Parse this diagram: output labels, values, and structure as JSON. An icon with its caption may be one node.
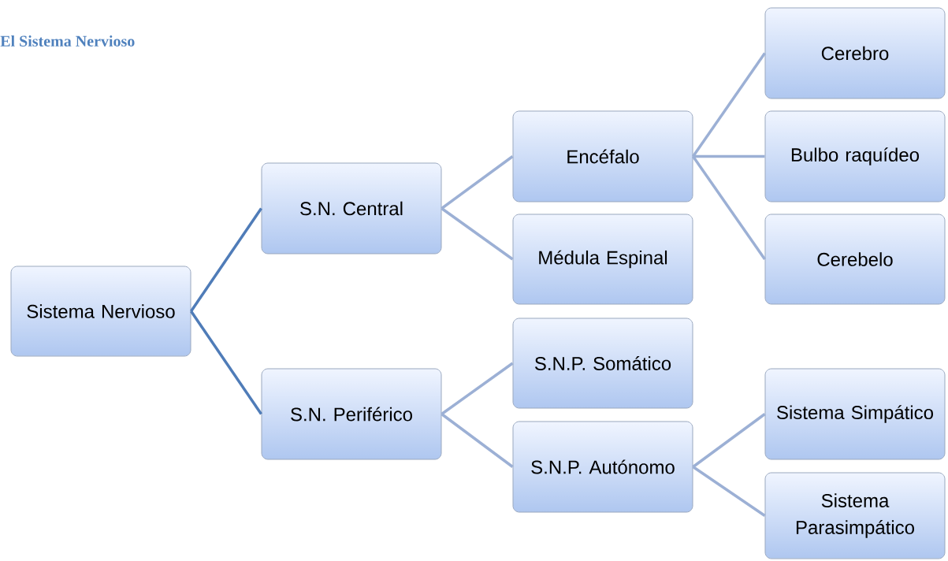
{
  "diagram": {
    "title": "El Sistema Nervioso",
    "nodes": [
      {
        "text": [
          "Sistema Nervioso"
        ]
      },
      {
        "text": [
          "S.N. Central"
        ]
      },
      {
        "text": [
          "S.N. Periférico"
        ]
      },
      {
        "text": [
          "Encéfalo"
        ]
      },
      {
        "text": [
          "Médula Espinal"
        ]
      },
      {
        "text": [
          "S.N.P. Somático"
        ]
      },
      {
        "text": [
          "S.N.P. Autónomo"
        ]
      },
      {
        "text": [
          "Cerebro"
        ]
      },
      {
        "text": [
          "Bulbo raquídeo"
        ]
      },
      {
        "text": [
          "Cerebelo"
        ]
      },
      {
        "text": [
          "Sistema Simpático"
        ]
      },
      {
        "text": [
          "Sistema Parasimpático"
        ]
      }
    ],
    "edges": [
      {
        "from": 0,
        "to": 1,
        "arrow": "none",
        "color": "#4f7cb8"
      },
      {
        "from": 0,
        "to": 2,
        "arrow": "none",
        "color": "#4f7cb8"
      },
      {
        "from": 1,
        "to": 3,
        "arrow": "none"
      },
      {
        "from": 1,
        "to": 4,
        "arrow": "none"
      },
      {
        "from": 2,
        "to": 5,
        "arrow": "none"
      },
      {
        "from": 2,
        "to": 6,
        "arrow": "none"
      },
      {
        "from": 3,
        "to": 7,
        "arrow": "none"
      },
      {
        "from": 3,
        "to": 8,
        "arrow": "none"
      },
      {
        "from": 3,
        "to": 9,
        "arrow": "none"
      },
      {
        "from": 6,
        "to": 10,
        "arrow": "none"
      },
      {
        "from": 6,
        "to": 11,
        "arrow": "none"
      }
    ]
  }
}
